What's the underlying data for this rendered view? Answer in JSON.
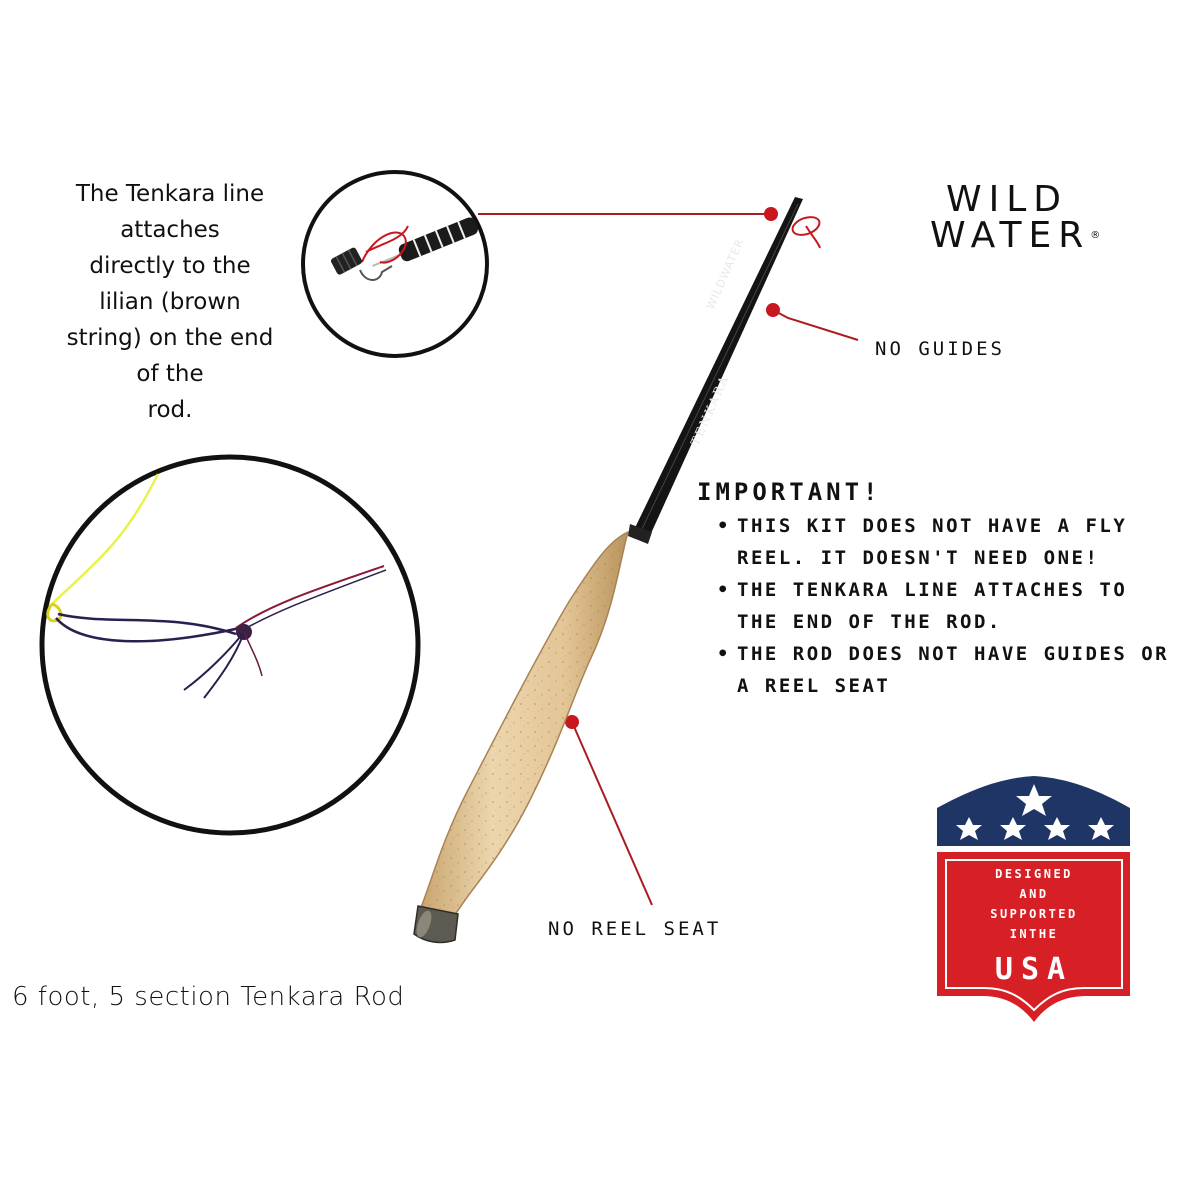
{
  "intro_text": {
    "lines": [
      "The Tenkara line",
      "attaches",
      "directly to the",
      "lilian (brown",
      "string) on the end",
      "of the",
      "rod."
    ]
  },
  "brand": {
    "line1": "WILD",
    "line2": "WATER",
    "registered": "®"
  },
  "rod_labels": {
    "brand": "WILDWATER",
    "model": "TENKARA"
  },
  "callouts": {
    "no_guides": "NO GUIDES",
    "no_reel_seat": "NO REEL SEAT"
  },
  "important": {
    "heading": "IMPORTANT!",
    "bullets": [
      "THIS KIT DOES NOT HAVE A FLY REEL. IT DOESN'T NEED ONE!",
      "THE TENKARA LINE ATTACHES TO THE END OF THE ROD.",
      "THE ROD DOES NOT HAVE GUIDES OR A REEL SEAT"
    ]
  },
  "caption": "6 foot, 5 section Tenkara Rod",
  "badge": {
    "line1": "DESIGNED",
    "line2": "AND",
    "line3": "SUPPORTED",
    "line4": "INTHE",
    "country": "USA",
    "colors": {
      "navy": "#1f3566",
      "red": "#d71f26",
      "white": "#ffffff"
    }
  },
  "colors": {
    "callout_red": "#a91d22",
    "cork": "#e2c79a",
    "rod_black": "#141414",
    "lilian_red": "#c8171e",
    "line_yellow": "#e9f24a"
  },
  "icons": [
    "lilian-detail-icon",
    "knot-detail-icon",
    "tenkara-rod-icon",
    "usa-badge-icon",
    "star-icon"
  ]
}
